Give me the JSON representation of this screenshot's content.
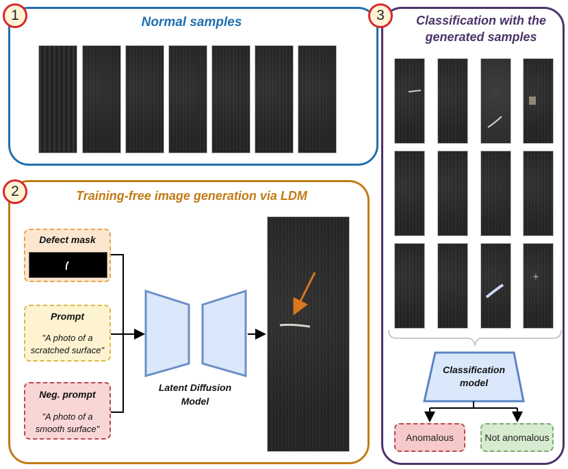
{
  "panel1": {
    "number": "1",
    "title": "Normal samples"
  },
  "panel2": {
    "number": "2",
    "title": "Training-free image generation via LDM",
    "defect_mask": {
      "label": "Defect mask"
    },
    "prompt": {
      "label": "Prompt",
      "text_line1": "\"A photo of a",
      "text_line2": "scratched surface\""
    },
    "neg_prompt": {
      "label": "Neg. prompt",
      "text_line1": "\"A photo of a",
      "text_line2": "smooth surface\""
    },
    "model_line1": "Latent Diffusion",
    "model_line2": "Model"
  },
  "panel3": {
    "number": "3",
    "title_line1": "Classification with the",
    "title_line2": "generated samples",
    "classifier_line1": "Classification",
    "classifier_line2": "model",
    "out_anomalous": "Anomalous",
    "out_normal": "Not anomalous"
  },
  "colors": {
    "panel1_border": "#1f6fb0",
    "panel2_border": "#c27a14",
    "panel3_border": "#4b3368",
    "badge_border": "#d9262b",
    "arrow_orange": "#d9781e",
    "ldm_fill": "#dbe8fb",
    "ldm_stroke": "#6a8fc5"
  }
}
